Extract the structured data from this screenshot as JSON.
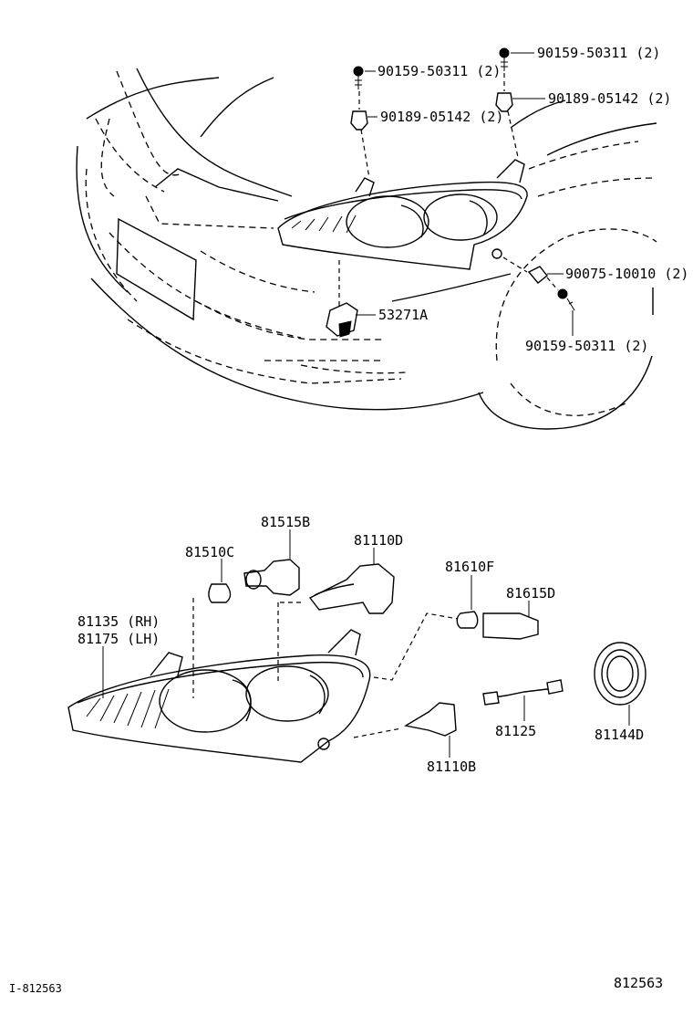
{
  "diagram_id_left": "I-812563",
  "diagram_id_right": "812563",
  "parts": {
    "bolt_top_right": "90159-50311 (2)",
    "clip_top_right": "90189-05142 (2)",
    "bolt_top_left": "90159-50311 (2)",
    "clip_top_left": "90189-05142 (2)",
    "nut_side": "90075-10010 (2)",
    "bolt_side": "90159-50311 (2)",
    "bracket": "53271A",
    "bulb_socket_b": "81515B",
    "bulb_c": "81510C",
    "bulb_d": "81110D",
    "bulb_f": "81610F",
    "socket_d": "81615D",
    "headlamp_rh": "81135 (RH)",
    "headlamp_lh": "81175 (LH)",
    "bulb_b": "81110B",
    "wire": "81125",
    "cover": "81144D"
  }
}
